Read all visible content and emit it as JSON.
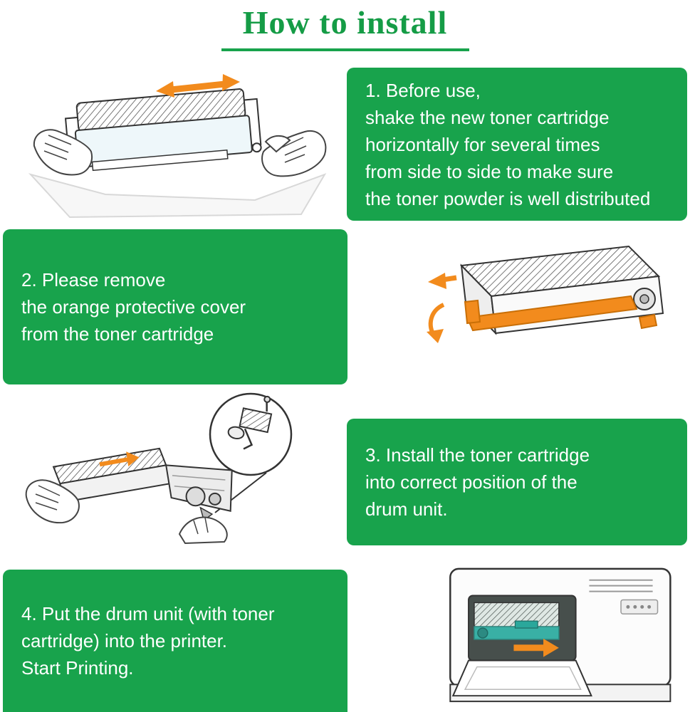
{
  "title": "How to install",
  "colors": {
    "green": "#18a34c",
    "title_green": "#159c46",
    "orange": "#F28B1D",
    "text_on_green": "#ffffff"
  },
  "steps": [
    {
      "id": 1,
      "text": "1. Before use,\nshake the new toner cartridge\nhorizontally for several times\nfrom side to side to make sure\nthe toner powder is well distributed",
      "illustration": "shake-toner-cartridge"
    },
    {
      "id": 2,
      "text": "2. Please remove\nthe orange protective cover\nfrom the toner cartridge",
      "illustration": "remove-orange-protective-cover"
    },
    {
      "id": 3,
      "text": "3. Install the toner cartridge\ninto correct position of the\ndrum unit.",
      "illustration": "install-toner-into-drum-unit"
    },
    {
      "id": 4,
      "text": "4. Put the drum unit (with toner\ncartridge) into the printer.\nStart Printing.",
      "illustration": "insert-drum-unit-into-printer"
    }
  ]
}
